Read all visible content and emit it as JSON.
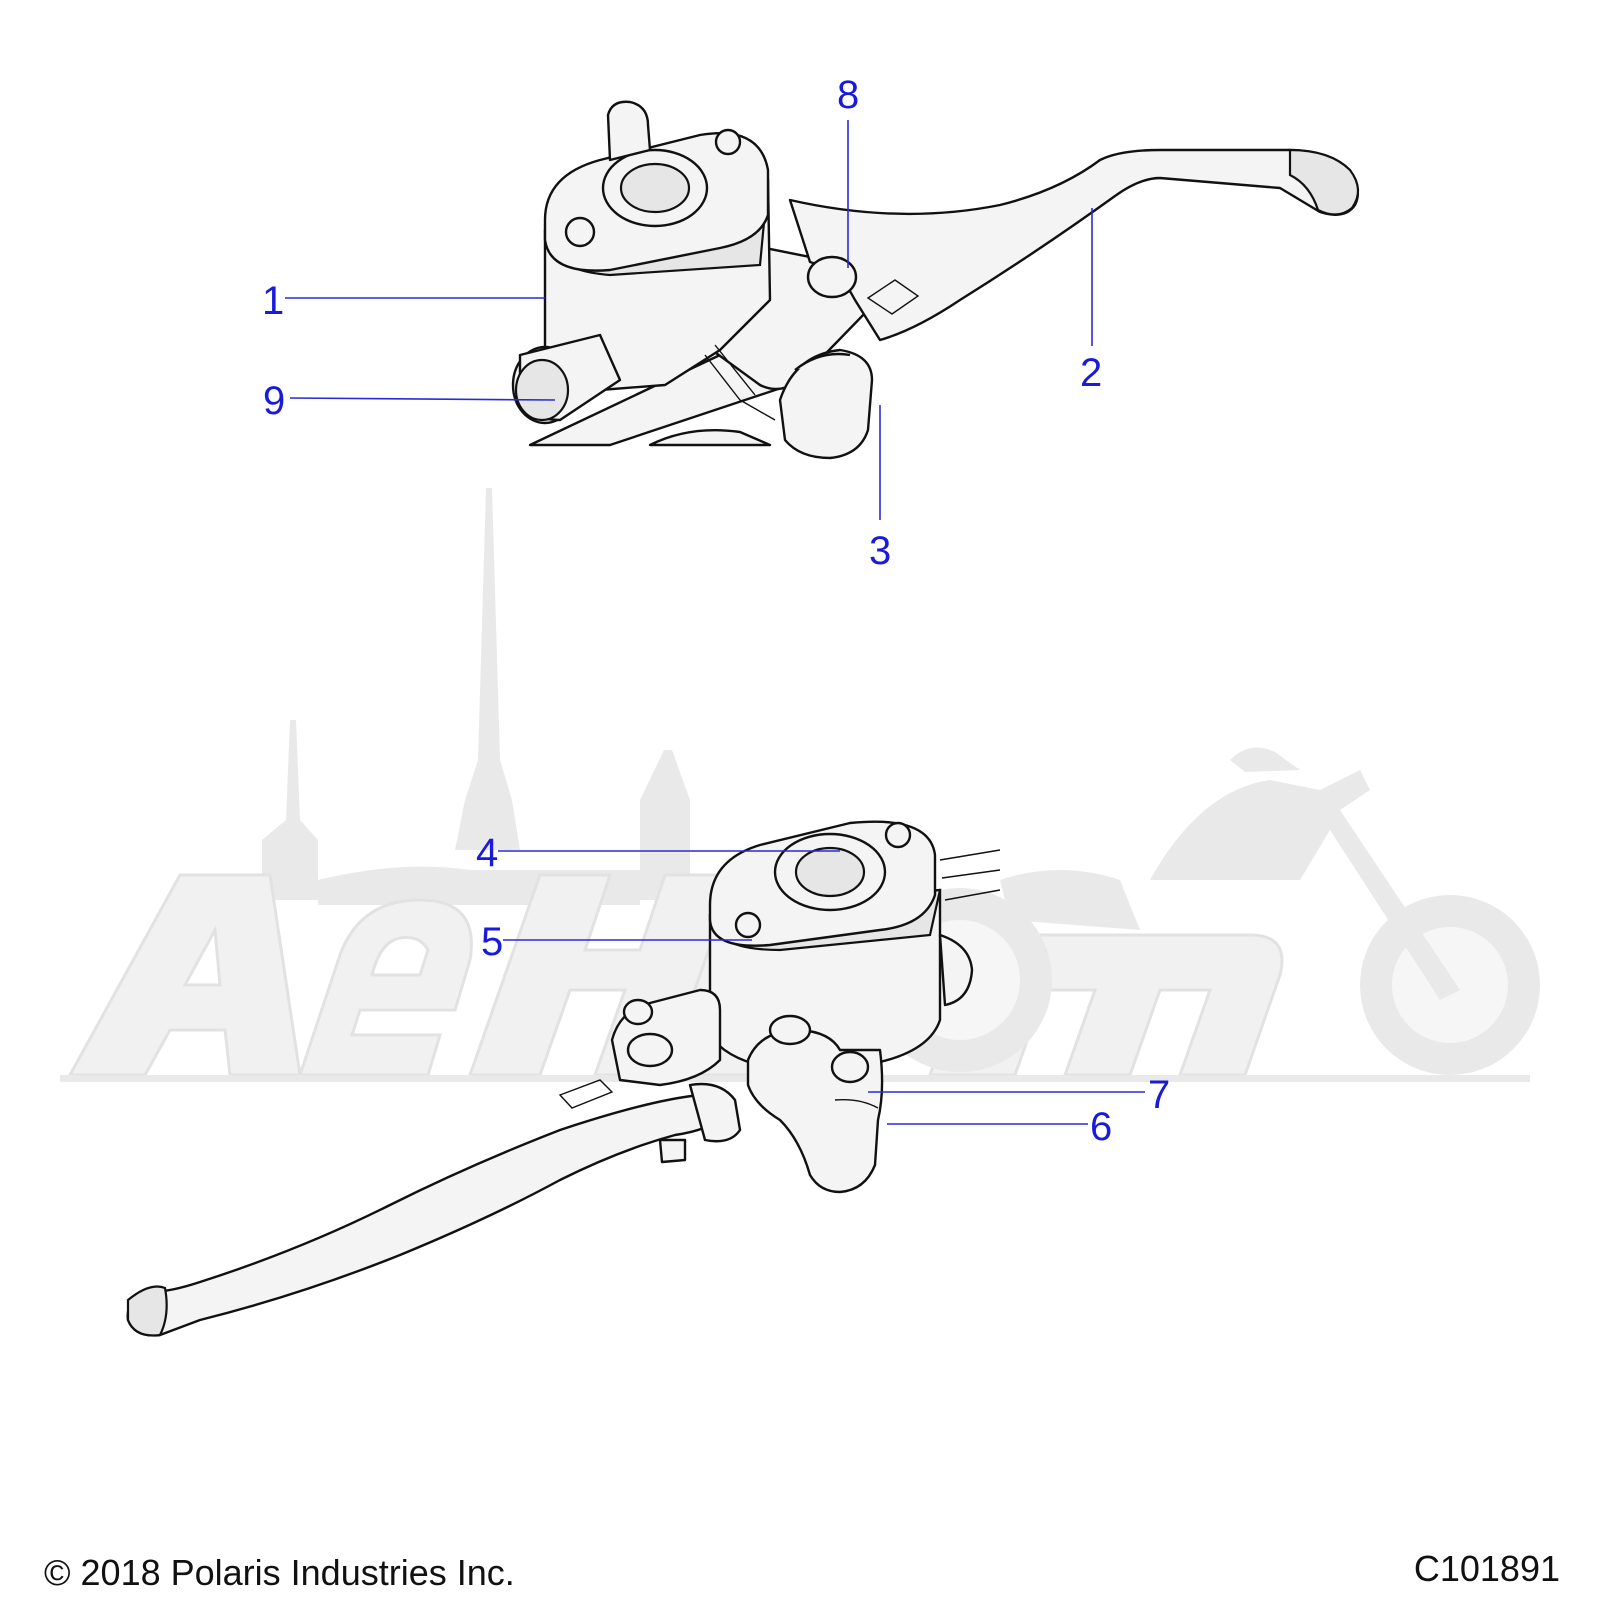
{
  "callouts": {
    "c1": "1",
    "c2": "2",
    "c3": "3",
    "c4": "4",
    "c5": "5",
    "c6": "6",
    "c7": "7",
    "c8": "8",
    "c9": "9"
  },
  "footer": {
    "copyright": "© 2018 Polaris Industries Inc.",
    "figure_code": "C101891"
  },
  "colors": {
    "callout": "#1a1adb",
    "watermark": "#e9e9e9",
    "line": "#111111"
  }
}
